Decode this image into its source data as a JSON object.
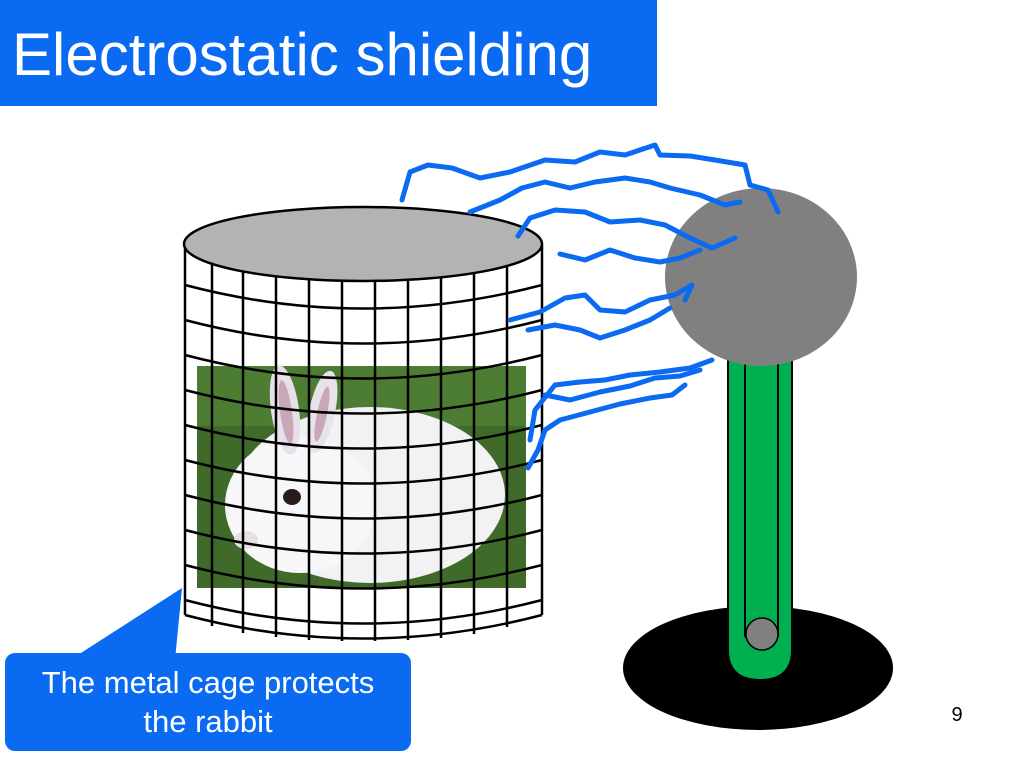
{
  "slide": {
    "title": "Electrostatic shielding",
    "callout": {
      "line1": "The metal cage protects",
      "line2": "the rabbit"
    },
    "page_number": "9"
  },
  "colors": {
    "title_bg": "#0a6af2",
    "spark": "#0a6af2",
    "dome": "#808080",
    "column": "#00b050",
    "base": "#000000",
    "cage_top": "#b3b3b3",
    "grass": "#3f6a2a",
    "rabbit": "#f2f2f4"
  },
  "icons": {
    "cage": "metal-cage",
    "rabbit": "rabbit-photo",
    "generator": "van-de-graaff-generator",
    "sparks": "electric-discharge"
  }
}
